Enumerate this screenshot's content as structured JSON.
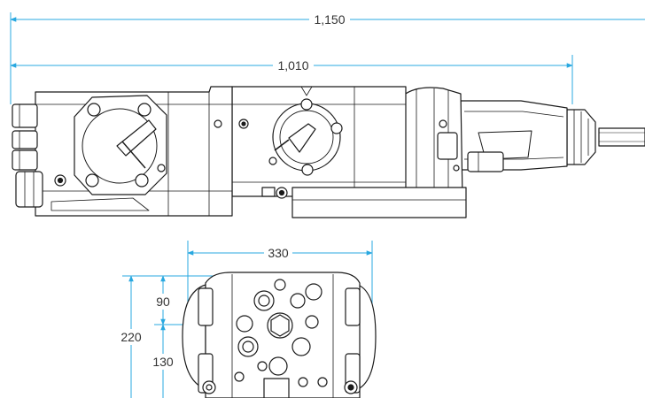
{
  "dimensions": {
    "overall_length": "1,150",
    "body_length": "1,010",
    "end_width": "330",
    "end_height": "220",
    "upper_offset": "90",
    "lower_offset": "130"
  },
  "colors": {
    "dimension_line": "#29a8e0",
    "outline": "#1a1a1a",
    "fill": "#ffffff"
  }
}
